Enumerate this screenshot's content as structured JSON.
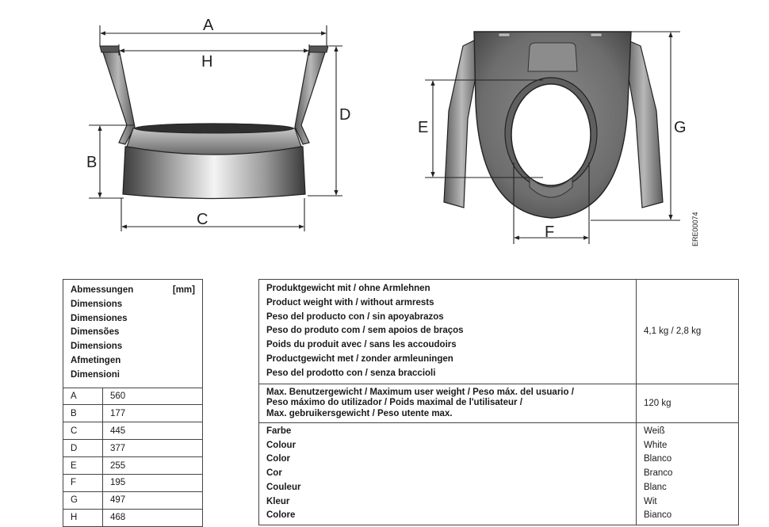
{
  "drawing": {
    "labels": {
      "A": "A",
      "H": "H",
      "D": "D",
      "B": "B",
      "C": "C",
      "E": "E",
      "G": "G",
      "F": "F"
    },
    "code": "ERE00074"
  },
  "dimensions_table": {
    "header_first": "Abmessungen",
    "unit": "[mm]",
    "header_other": [
      "Dimensions",
      "Dimensiones",
      "Dimensões",
      "Dimensions",
      "Afmetingen",
      "Dimensioni"
    ],
    "rows": [
      {
        "key": "A",
        "value": "560"
      },
      {
        "key": "B",
        "value": "177"
      },
      {
        "key": "C",
        "value": "445"
      },
      {
        "key": "D",
        "value": "377"
      },
      {
        "key": "E",
        "value": "255"
      },
      {
        "key": "F",
        "value": "195"
      },
      {
        "key": "G",
        "value": "497"
      },
      {
        "key": "H",
        "value": "468"
      }
    ]
  },
  "spec_table": {
    "weight_labels": [
      "Produktgewicht mit / ohne Armlehnen",
      "Product weight with / without armrests",
      "Peso del producto con / sin apoyabrazos",
      "Peso do produto com / sem apoios de braços",
      "Poids du produit avec / sans les accoudoirs",
      "Productgewicht met / zonder armleuningen",
      "Peso del prodotto con / senza braccioli"
    ],
    "weight_value": "4,1 kg / 2,8 kg",
    "max_labels": [
      "Max. Benutzergewicht / Maximum user weight / Peso máx. del usuario /",
      "Peso máximo do utilizador / Poids maximal de l'utilisateur /",
      "Max. gebruikersgewicht / Peso utente max."
    ],
    "max_value": "120 kg",
    "color_labels": [
      "Farbe",
      "Colour",
      "Color",
      "Cor",
      "Couleur",
      "Kleur",
      "Colore"
    ],
    "color_values": [
      "Weiß",
      "White",
      "Blanco",
      "Branco",
      "Blanc",
      "Wit",
      "Bianco"
    ]
  }
}
